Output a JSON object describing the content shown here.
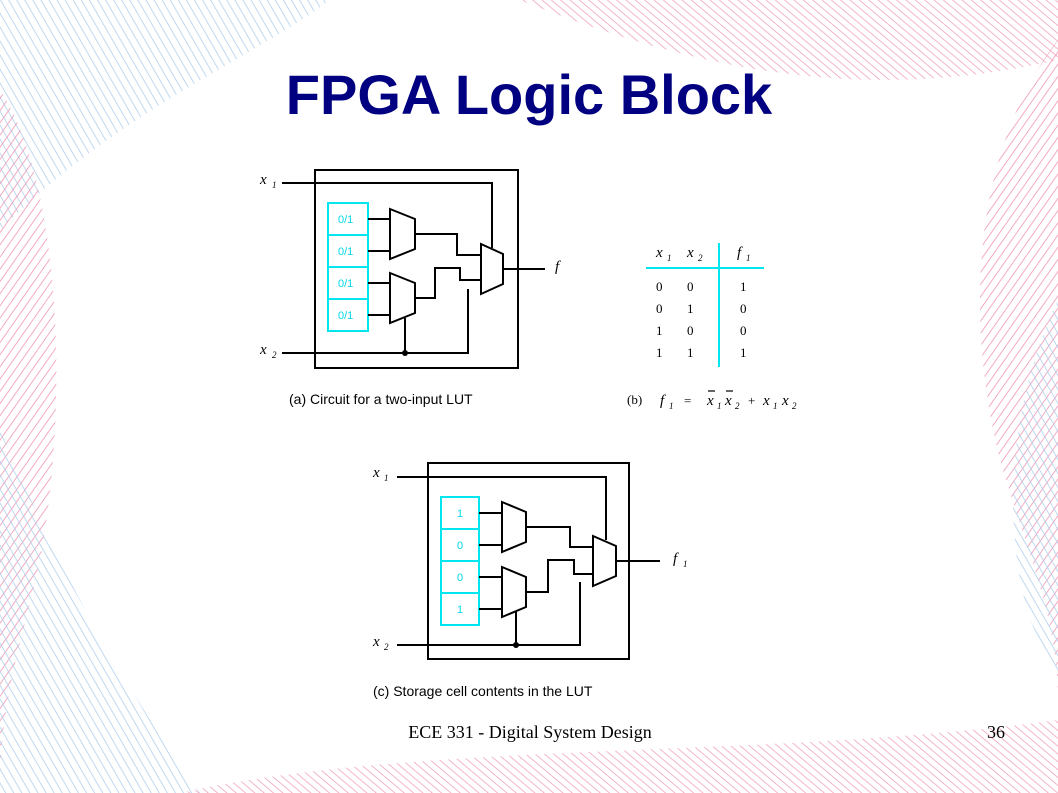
{
  "slide": {
    "title": "FPGA Logic Block",
    "footer_course": "ECE 331 - Digital System Design",
    "page_number": "36"
  },
  "colors": {
    "title": "#000080",
    "storage_cell": "#00e5ee",
    "bg_pink": "#e0407a",
    "bg_blue": "#6fa8e0"
  },
  "circuit_a": {
    "input1": "x",
    "input1_sub": "1",
    "input2": "x",
    "input2_sub": "2",
    "output": "f",
    "cells": [
      "0/1",
      "0/1",
      "0/1",
      "0/1"
    ],
    "caption": "(a) Circuit for a two-input LUT"
  },
  "truth_table": {
    "headers": [
      {
        "var": "x",
        "sub": "1"
      },
      {
        "var": "x",
        "sub": "2"
      },
      {
        "var": "f",
        "sub": "1"
      }
    ],
    "rows": [
      [
        "0",
        "0",
        "1"
      ],
      [
        "0",
        "1",
        "0"
      ],
      [
        "1",
        "0",
        "0"
      ],
      [
        "1",
        "1",
        "1"
      ]
    ],
    "caption_label": "(b)",
    "equation": {
      "lhs": "f",
      "lhs_sub": "1",
      "eq": "=",
      "t1a": "x",
      "t1a_sub": "1",
      "t1b": "x",
      "t1b_sub": "2",
      "plus": "+",
      "t2a": "x",
      "t2a_sub": "1",
      "t2b": "x",
      "t2b_sub": "2"
    }
  },
  "circuit_c": {
    "input1": "x",
    "input1_sub": "1",
    "input2": "x",
    "input2_sub": "2",
    "output": "f",
    "output_sub": "1",
    "cells": [
      "1",
      "0",
      "0",
      "1"
    ],
    "caption": "(c) Storage cell contents in the LUT"
  }
}
